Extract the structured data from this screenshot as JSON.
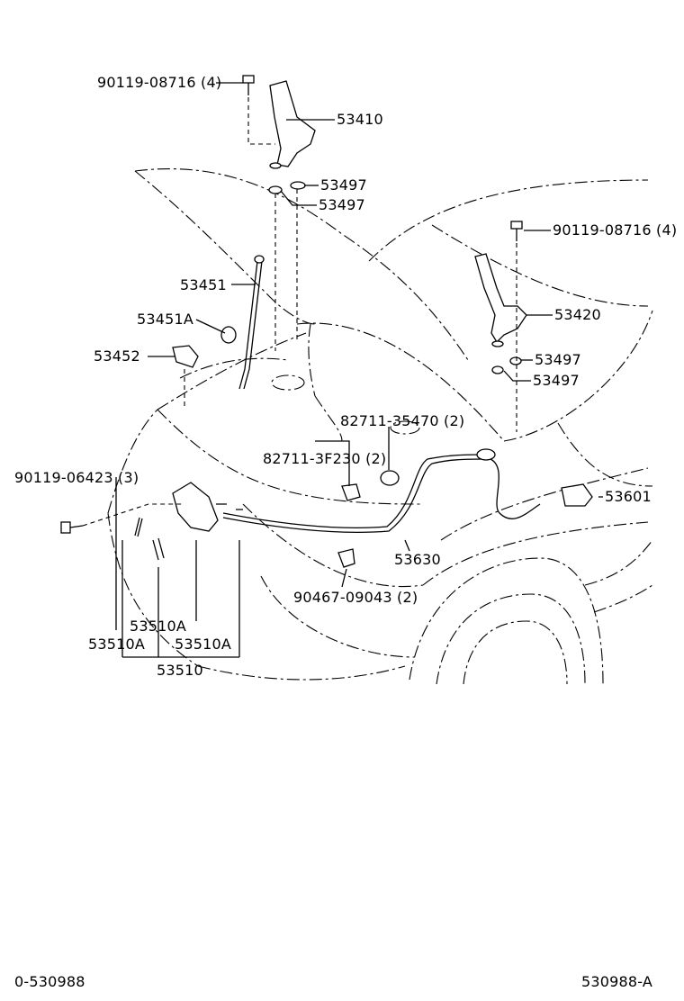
{
  "labels": {
    "bolt_hinge_left": "90119-08716 (4)",
    "hinge_left": "53410",
    "washer_a": "53497",
    "washer_b": "53497",
    "bolt_hinge_right": "90119-08716 (4)",
    "support_rod": "53451",
    "rod_holder": "53451A",
    "rod_clip": "53452",
    "hinge_right": "53420",
    "washer_c": "53497",
    "washer_d": "53497",
    "grommet_1": "82711-35470 (2)",
    "grommet_2": "82711-3F230 (2)",
    "bolt_lock": "90119-06423 (3)",
    "release_lever": "53601",
    "release_cable": "53630",
    "clamp": "90467-09043 (2)",
    "spring_a": "53510A",
    "spring_b": "53510A",
    "spring_c": "53510A",
    "hood_lock": "53510"
  },
  "footer": {
    "left": "0-530988",
    "right": "530988-A"
  }
}
